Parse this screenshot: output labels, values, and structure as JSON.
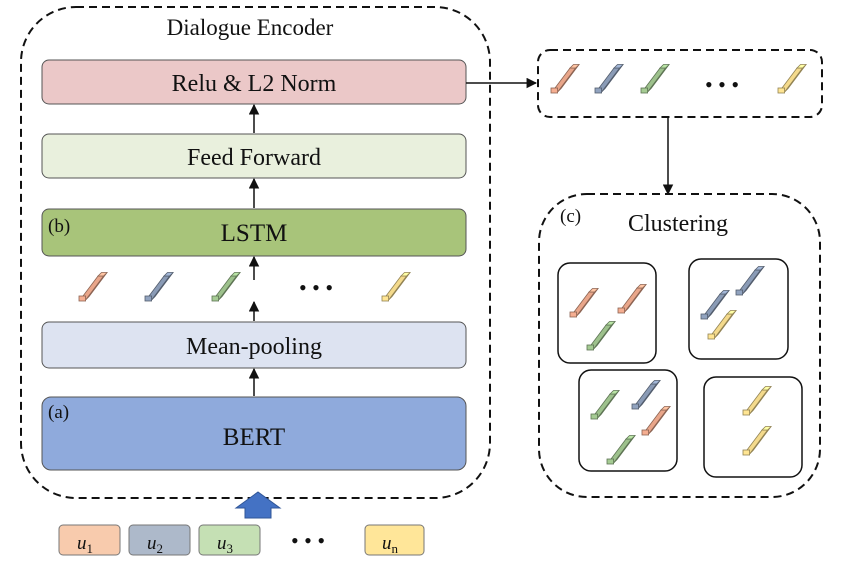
{
  "encoder": {
    "title": "Dialogue Encoder",
    "layers": {
      "relu_norm": "Relu & L2 Norm",
      "feed_forward": "Feed Forward",
      "lstm": "LSTM",
      "mean_pooling": "Mean-pooling",
      "bert": "BERT"
    },
    "markers": {
      "a": "(a)",
      "b": "(b)"
    },
    "ellipsis": "• • •"
  },
  "clustering": {
    "marker": "(c)",
    "title": "Clustering"
  },
  "output_ellipsis": "• • •",
  "utterances": [
    {
      "base": "u",
      "sub": "1"
    },
    {
      "base": "u",
      "sub": "2"
    },
    {
      "base": "u",
      "sub": "3"
    },
    {
      "base": "u",
      "sub": "n"
    }
  ],
  "utterance_ellipsis": "• • •",
  "colors": {
    "salmon": "#e9a68a",
    "slate": "#8a9bb6",
    "sage": "#9dc18c",
    "sand": "#f4da8c",
    "relu_fill": "#ebc8c8",
    "ff_fill": "#e9f0dd",
    "lstm_fill": "#a8c47a",
    "pool_fill": "#dde3f1",
    "bert_fill": "#8faadc",
    "arrow_blue": "#4472c4"
  }
}
